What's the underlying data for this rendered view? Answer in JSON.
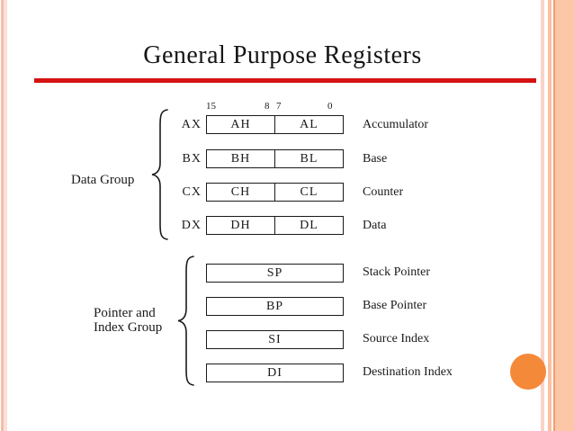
{
  "title": "General Purpose Registers",
  "bit_labels": [
    "15",
    "8",
    "7",
    "0"
  ],
  "data_group": {
    "label": "Data Group",
    "registers": [
      {
        "name": "AX",
        "high": "AH",
        "low": "AL",
        "description": "Accumulator"
      },
      {
        "name": "BX",
        "high": "BH",
        "low": "BL",
        "description": "Base"
      },
      {
        "name": "CX",
        "high": "CH",
        "low": "CL",
        "description": "Counter"
      },
      {
        "name": "DX",
        "high": "DH",
        "low": "DL",
        "description": "Data"
      }
    ]
  },
  "pointer_group": {
    "label_line1": "Pointer and",
    "label_line2": "Index Group",
    "registers": [
      {
        "name": "SP",
        "description": "Stack Pointer"
      },
      {
        "name": "BP",
        "description": "Base Pointer"
      },
      {
        "name": "SI",
        "description": "Source Index"
      },
      {
        "name": "DI",
        "description": "Destination Index"
      }
    ]
  },
  "colors": {
    "accent_red": "#d51212",
    "decor_orange": "#f5893a",
    "stripe_salmon": "#fbc7a6",
    "stripe_pink": "#fbe0d7",
    "text": "#1a1a1a",
    "background": "#ffffff"
  }
}
